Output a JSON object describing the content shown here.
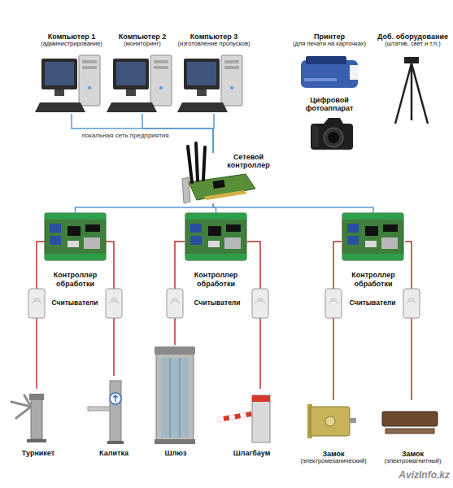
{
  "diagram": {
    "nodes": [
      {
        "text": [
          "Компьютер 1",
          "(администрирование)"
        ]
      },
      {
        "text": [
          "Компьютер 2",
          "(мониторинг)"
        ]
      },
      {
        "text": [
          "Компьютер 3",
          "(изготовление пропусков)"
        ]
      },
      {
        "text": [
          "Принтер",
          "(для печати на карточках)"
        ]
      },
      {
        "text": [
          "Доб. оборудование",
          "(штатив, свет и т.п.)"
        ]
      },
      {
        "text": [
          "Цифровой фотоаппарат"
        ]
      },
      {
        "text": [
          "Сетевой контроллер"
        ]
      },
      {
        "text": [
          "Контроллер обработки"
        ]
      },
      {
        "text": [
          "Контроллер обработки"
        ]
      },
      {
        "text": [
          "Контроллер обработки"
        ]
      },
      {
        "text": [
          "Турникет"
        ]
      },
      {
        "text": [
          "Калитка"
        ]
      },
      {
        "text": [
          "Шлюз"
        ]
      },
      {
        "text": [
          "Шлагбаум"
        ]
      },
      {
        "text": [
          "Замок",
          "(электромеханический)"
        ]
      },
      {
        "text": [
          "Замок",
          "(электромагнитный)"
        ]
      }
    ],
    "edges": [
      {
        "from": 0,
        "to": 6,
        "arrow": "none"
      },
      {
        "from": 1,
        "to": 6,
        "arrow": "none"
      },
      {
        "from": 2,
        "to": 6,
        "arrow": "none"
      },
      {
        "from": 6,
        "to": 7,
        "arrow": "none"
      },
      {
        "from": 6,
        "to": 8,
        "arrow": "none"
      },
      {
        "from": 6,
        "to": 9,
        "arrow": "none"
      },
      {
        "from": 7,
        "to": 10,
        "arrow": "none"
      },
      {
        "from": 7,
        "to": 11,
        "arrow": "none"
      },
      {
        "from": 8,
        "to": 12,
        "arrow": "none"
      },
      {
        "from": 8,
        "to": 13,
        "arrow": "none"
      },
      {
        "from": 9,
        "to": 14,
        "arrow": "none"
      },
      {
        "from": 9,
        "to": 15,
        "arrow": "none"
      }
    ],
    "labels": [
      "локальная сеть предприятия",
      "Считыватели",
      "Считыватели",
      "Считыватели",
      "AvizInfo.kz"
    ]
  }
}
